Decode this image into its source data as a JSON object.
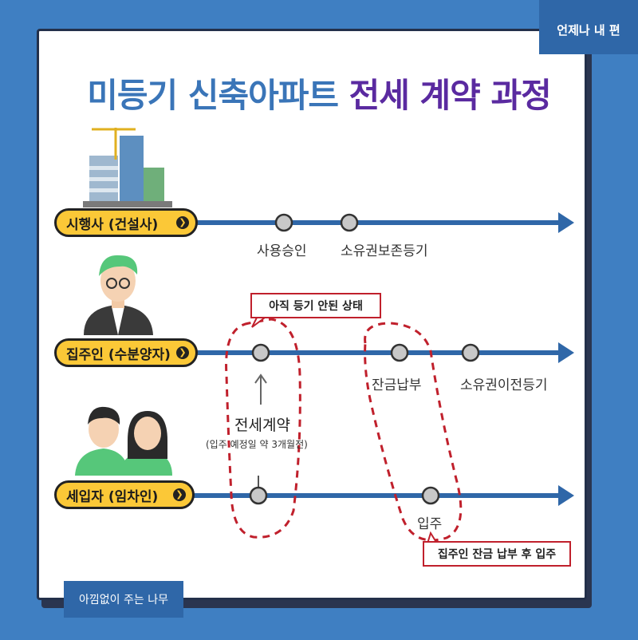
{
  "corner_top": "언제나 내 편",
  "corner_bottom": "아낌없이 주는 나무",
  "title": {
    "part1": "미등기 신축아파트",
    "part2": "전세 계약 과정"
  },
  "rows": [
    {
      "label": "시행사 (건설사)",
      "milestones": [
        "사용승인",
        "소유권보존등기"
      ]
    },
    {
      "label": "집주인 (수분양자)",
      "milestones": [
        "잔금납부",
        "소유권이전등기"
      ]
    },
    {
      "label": "세입자 (임차인)",
      "milestones": [
        "입주"
      ]
    }
  ],
  "contract": {
    "label": "전세계약",
    "note": "(입주 예정일 약 3개월전)"
  },
  "callouts": {
    "not_registered": "아직 등기 안된 상태",
    "move_in": "집주인 잔금 납부 후 입주"
  },
  "colors": {
    "background": "#3f7fc2",
    "title_blue": "#3a75b8",
    "title_purple": "#5a2aa0",
    "pill": "#fbc837",
    "arrow": "#2f67a8",
    "dashed": "#c0202c"
  }
}
